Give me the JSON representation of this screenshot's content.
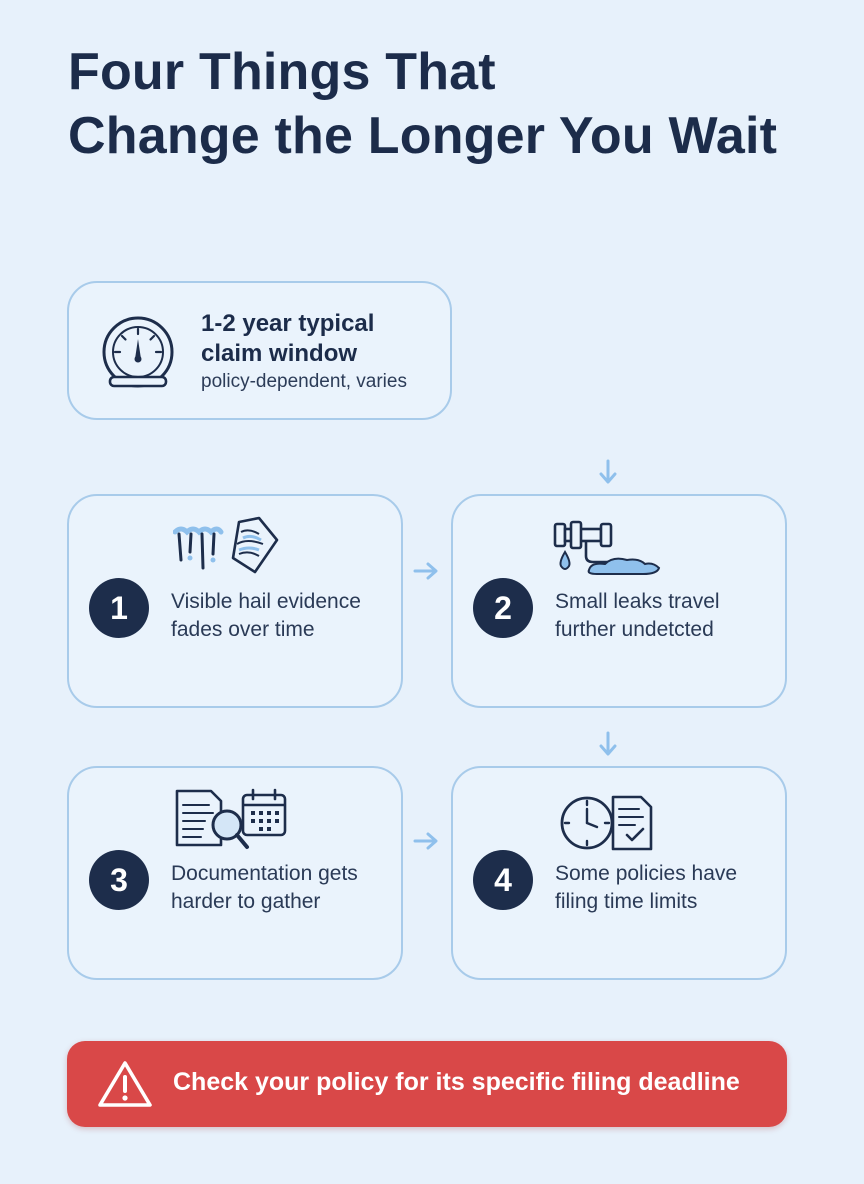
{
  "title": {
    "line1": "Four Things That",
    "line2": "Change the Longer You Wait"
  },
  "stat": {
    "main_line1": "1-2 year typical",
    "main_line2": "claim window",
    "sub": "policy-dependent, varies",
    "icon": "gauge-icon"
  },
  "steps": [
    {
      "number": "1",
      "text": "Visible hail evidence fades over time",
      "icons": [
        "icicle-icon",
        "damaged-shingle-icon"
      ]
    },
    {
      "number": "2",
      "text": "Small leaks travel further undetcted",
      "icons": [
        "pipe-icon",
        "water-drop-icon",
        "puddle-icon"
      ]
    },
    {
      "number": "3",
      "text": "Documentation gets harder to gather",
      "icons": [
        "document-icon",
        "magnifier-icon",
        "calendar-icon"
      ]
    },
    {
      "number": "4",
      "text": "Some policies have filing time limits",
      "icons": [
        "clock-icon",
        "checklist-document-icon"
      ]
    }
  ],
  "alert": {
    "text": "Check your policy for its specific filing deadline",
    "icon": "warning-icon"
  },
  "colors": {
    "background": "#e7f1fb",
    "card_border": "#a8cbea",
    "navy": "#1d2d4b",
    "accent_blue": "#8fc0ec",
    "alert_red": "#d94848"
  }
}
